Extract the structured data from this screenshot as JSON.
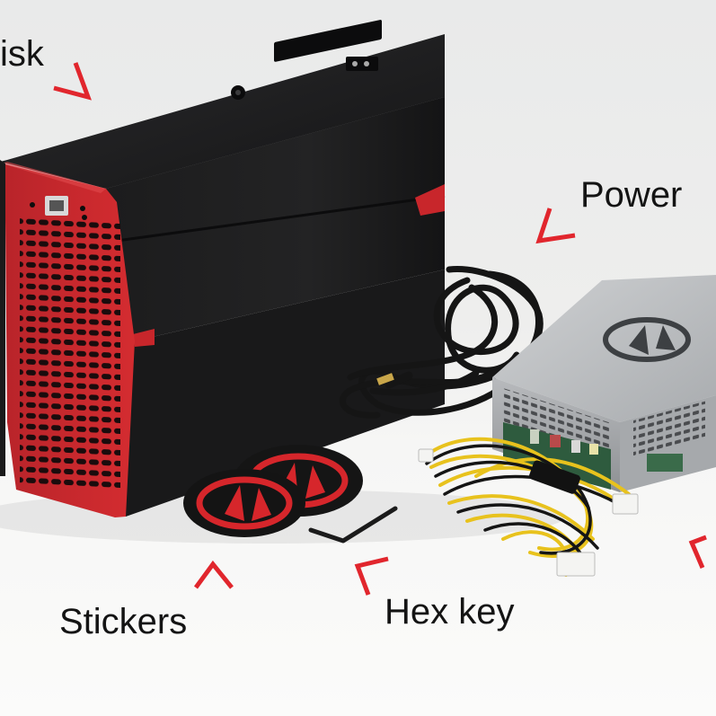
{
  "photo": {
    "labels": {
      "disk": "isk",
      "power": "Power",
      "stickers": "Stickers",
      "hex_key": "Hex key"
    },
    "colors": {
      "background": "#f2f2f1",
      "device_body": "#1e1e1f",
      "device_accent": "#c8262b",
      "psu_metal": "#b9bcbf",
      "pointer_red": "#e1262d",
      "cable_black": "#161616",
      "wire_yellow": "#e8c21d"
    },
    "objects": [
      "miner-unit",
      "power-cord",
      "power-supply",
      "wire-harness",
      "stickers",
      "hex-key"
    ]
  }
}
